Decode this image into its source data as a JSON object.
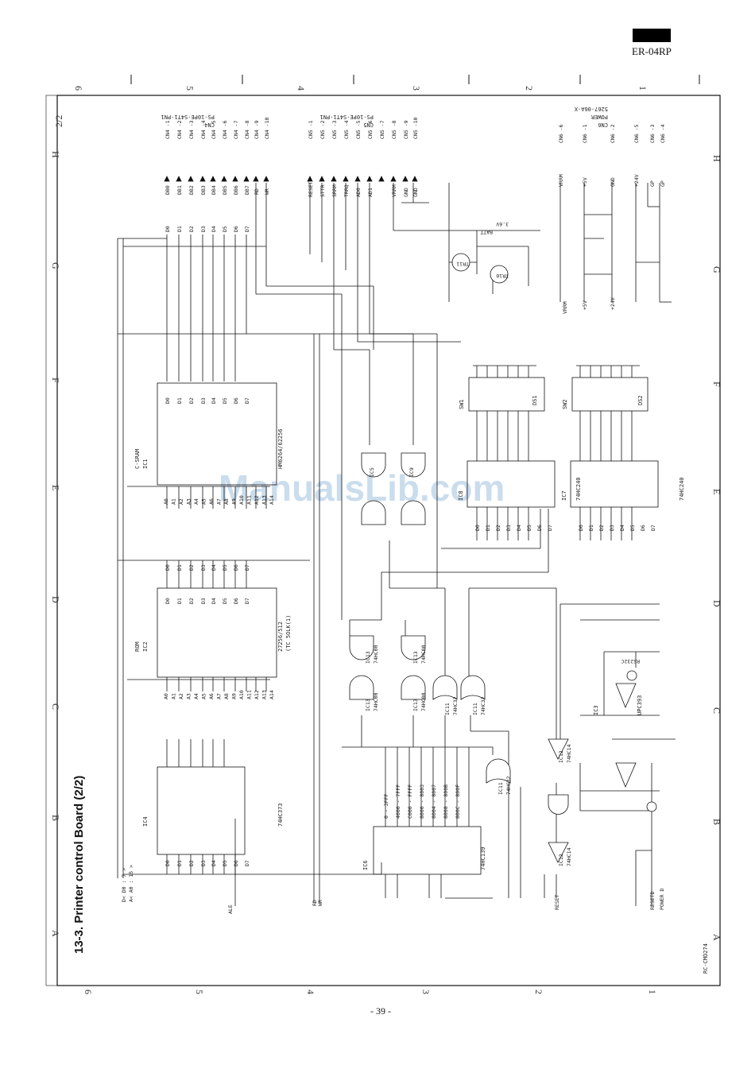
{
  "header": {
    "model": "ER-04RP"
  },
  "page": {
    "number": "- 39 -",
    "sheet": "2/2",
    "code": "RC-CMD274"
  },
  "title": "13-3. Printer control Board (2/2)",
  "watermark": "ManualsLib.com",
  "zones": {
    "numbers": [
      "6",
      "5",
      "4",
      "3",
      "2",
      "1"
    ],
    "letters": [
      "A",
      "B",
      "C",
      "D",
      "E",
      "F",
      "G",
      "H"
    ]
  },
  "connectors": {
    "cn4": {
      "title": "CN4",
      "part": "PS-10PE-S4T1-PN1",
      "pins": [
        "CN4 -1",
        "CN4 -2",
        "CN4 -3",
        "CN4 -4",
        "CN4 -5",
        "CN4 -6",
        "CN4 -7",
        "CN4 -8",
        "CN4 -9",
        "CN4 -10"
      ],
      "signals": [
        "DB0",
        "DB1",
        "DB2",
        "DB3",
        "DB4",
        "DB5",
        "DB6",
        "DB7",
        "RD",
        "WR"
      ]
    },
    "cn5": {
      "title": "CN5",
      "part": "PS-10PE-S4T1-PN1",
      "pins": [
        "CN5 -1",
        "CN5 -2",
        "CN5 -3",
        "CN5 -4",
        "CN5 -5",
        "CN5 -6",
        "CN5 -7",
        "CN5 -8",
        "CN5 -9",
        "CN5 -10"
      ],
      "signals": [
        "RESET",
        "STTR",
        "SRRM",
        "TRRQ",
        "AD0",
        "AD1",
        "",
        "VRRM",
        "GND",
        "GND"
      ]
    },
    "cn6": {
      "title": "CN6",
      "part": "5267-06A-X",
      "sub": "POWER",
      "pins": [
        "CN6 -6",
        "CN6 -1",
        "CN6 -2",
        "CN6 -5",
        "CN6 -3",
        "CN6 -4"
      ],
      "signals": [
        "VRRM",
        "+5V",
        "GND",
        "+24V",
        "GP",
        "GP"
      ]
    }
  },
  "ics": [
    {
      "ref": "IC1",
      "name": "C-SRAM",
      "part": "HM6264/62256"
    },
    {
      "ref": "IC2",
      "name": "ROM",
      "part": "27256/512",
      "note": "(TC 5OLK(1)"
    },
    {
      "ref": "IC4",
      "name": "",
      "part": "74HC373"
    },
    {
      "ref": "IC6",
      "name": "",
      "part": "74HC139"
    },
    {
      "ref": "IC7",
      "name": "",
      "part": "74HC240"
    },
    {
      "ref": "IC8",
      "name": "",
      "part": "74HC240"
    },
    {
      "ref": "IC3",
      "name": "",
      "part": "UPC393"
    }
  ],
  "gates": [
    {
      "ref": "IC13",
      "part": "74HC00"
    },
    {
      "ref": "IC13",
      "part": "74HC00"
    },
    {
      "ref": "IC13",
      "part": "74HC00"
    },
    {
      "ref": "IC13",
      "part": "74HC00"
    },
    {
      "ref": "IC11",
      "part": "74HC32"
    },
    {
      "ref": "IC11",
      "part": "74HC32"
    },
    {
      "ref": "IC11",
      "part": "74HC32"
    },
    {
      "ref": "IC12",
      "part": "74HC14"
    },
    {
      "ref": "IC12",
      "part": "74HC14"
    },
    {
      "ref": "IC5",
      "part": ""
    },
    {
      "ref": "IC9",
      "part": ""
    }
  ],
  "switches": [
    {
      "ref": "SW1",
      "ds": "DS1"
    },
    {
      "ref": "SW2",
      "ds": "DS2"
    }
  ],
  "memory_map": [
    "0 - 3FFF",
    "4000 - 7FFF",
    "C000 - FFFF",
    "8000 - 8003",
    "8004 - 8007",
    "8008 - 800B",
    "800C - 800F"
  ],
  "bus": {
    "data": [
      "D0",
      "D1",
      "D2",
      "D3",
      "D4",
      "D5",
      "D6",
      "D7"
    ],
    "addr": [
      "A0",
      "A1",
      "A2",
      "A3",
      "A4",
      "A5",
      "A6",
      "A7",
      "A8",
      "A9",
      "A10",
      "A11",
      "A12",
      "A13",
      "A14"
    ]
  },
  "misc": {
    "batt": "BATT",
    "batt_v": "3.6V",
    "rs_sel": "RS232C",
    "vrrm": "VRRM",
    "v5": "+5V",
    "v24": "+24V",
    "ale": "ALE",
    "rd": "RD",
    "wr": "WR",
    "reset": "RESET",
    "rsetd": "RESETD",
    "powerd": "POWER D",
    "d0d7": "D< D0 : 7 >",
    "a0a15": "A< A0 : 15 >",
    "tr11": "TR11",
    "tr10": "TR10"
  }
}
